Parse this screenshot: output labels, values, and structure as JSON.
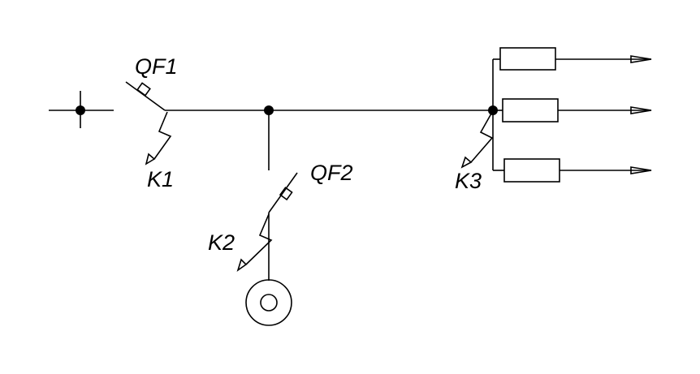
{
  "diagram": {
    "labels": {
      "breaker_1": "QF1",
      "breaker_2": "QF2",
      "fault_1": "K1",
      "fault_2": "K2",
      "fault_3": "K3"
    },
    "colors": {
      "line": "#000000",
      "background": "#ffffff"
    }
  }
}
